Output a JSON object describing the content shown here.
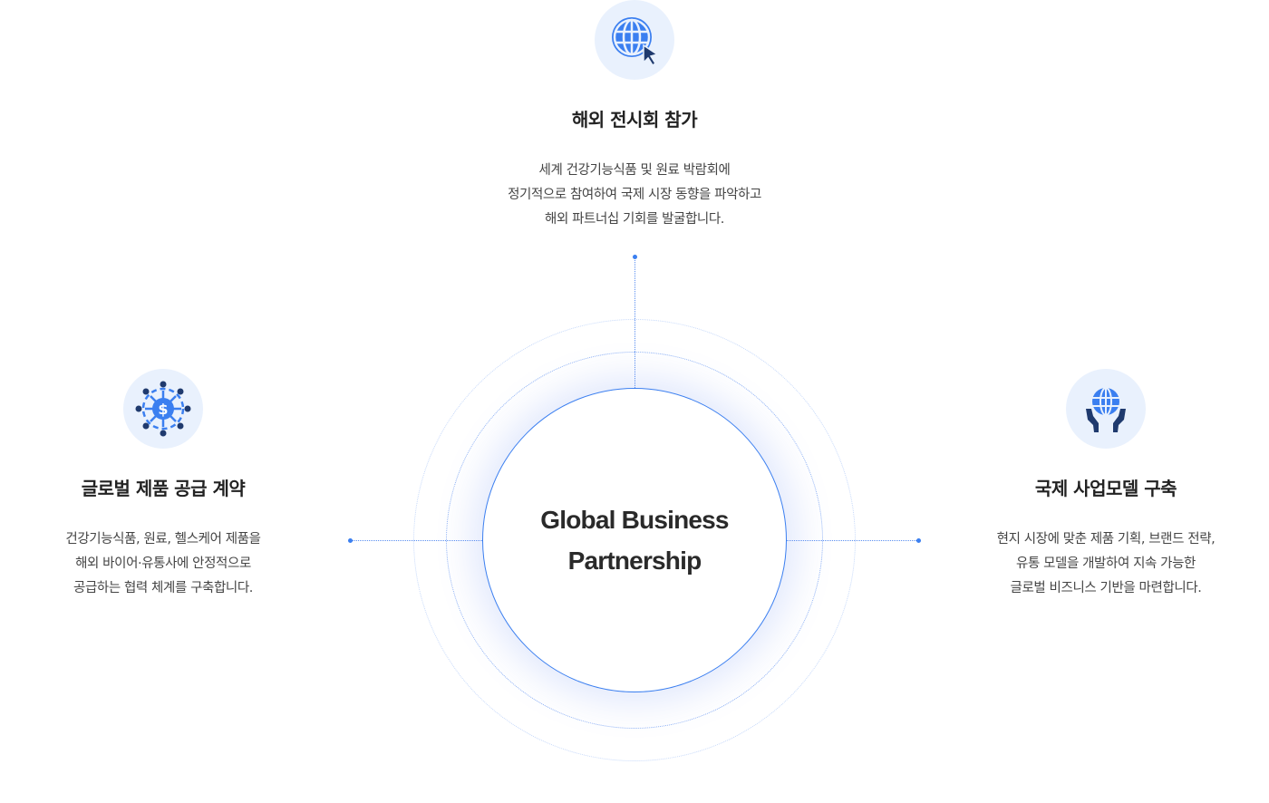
{
  "center": {
    "line1": "Global Business",
    "line2": "Partnership"
  },
  "top": {
    "icon": "globe-cursor-icon",
    "title": "해외 전시회 참가",
    "desc": [
      "세계 건강기능식품 및 원료 박람회에",
      "정기적으로 참여하여 국제 시장 동향을 파악하고",
      "해외 파트너십 기회를 발굴합니다."
    ]
  },
  "left": {
    "icon": "dollar-network-icon",
    "title": "글로벌 제품 공급 계약",
    "desc": [
      "건강기능식품, 원료, 헬스케어 제품을",
      "해외 바이어·유통사에 안정적으로",
      "공급하는 협력 체계를 구축합니다."
    ]
  },
  "right": {
    "icon": "hands-globe-icon",
    "title": "국제 사업모델 구축",
    "desc": [
      "현지 시장에 맞춘 제품 기획, 브랜드 전략,",
      "유통 모델을 개발하여 지속 가능한",
      "글로벌 비즈니스 기반을 마련합니다."
    ]
  },
  "colors": {
    "accent": "#3b7ff0",
    "dark": "#1f3a6e",
    "iconbg": "#e9f1fd"
  }
}
